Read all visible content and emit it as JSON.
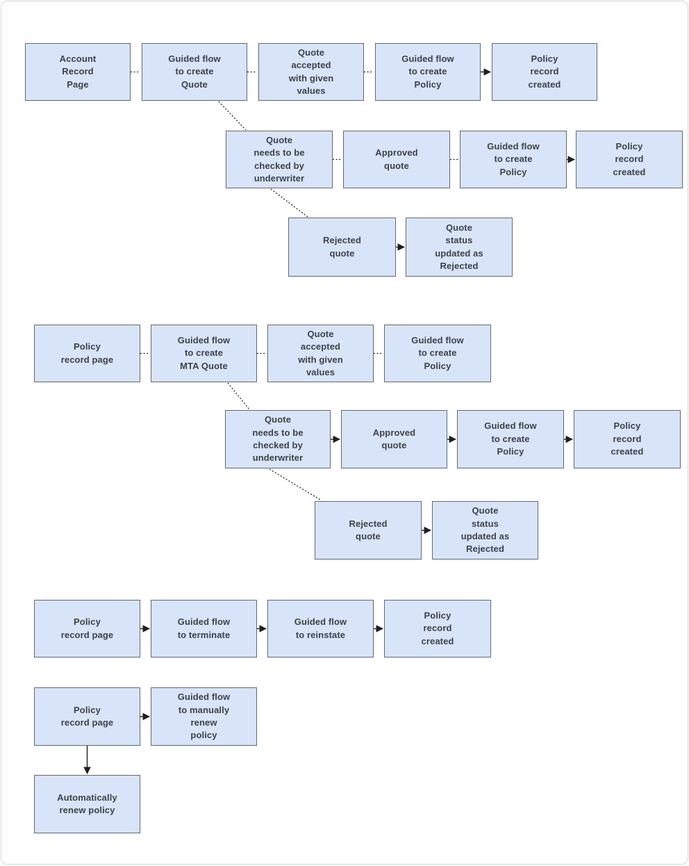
{
  "diagram": {
    "colors": {
      "node_fill": "#d8e4f8",
      "node_border": "#62686f",
      "edge_color": "#1f1f1f",
      "text_color": "#3d4249",
      "frame_border": "#d9d9d9",
      "canvas_bg": "#ffffff"
    },
    "nodes": [
      {
        "id": "a1",
        "label": "Account\nRecord\nPage"
      },
      {
        "id": "a2",
        "label": "Guided flow\nto create\nQuote"
      },
      {
        "id": "a3",
        "label": "Quote\naccepted\nwith given\nvalues"
      },
      {
        "id": "a4",
        "label": "Guided flow\nto create\nPolicy"
      },
      {
        "id": "a5",
        "label": "Policy\nrecord\ncreated"
      },
      {
        "id": "a6",
        "label": "Quote\nneeds to be\nchecked by\nunderwriter"
      },
      {
        "id": "a7",
        "label": "Approved\nquote"
      },
      {
        "id": "a8",
        "label": "Guided flow\nto create\nPolicy"
      },
      {
        "id": "a9",
        "label": "Policy\nrecord\ncreated"
      },
      {
        "id": "a10",
        "label": "Rejected\nquote"
      },
      {
        "id": "a11",
        "label": "Quote\nstatus\nupdated as\nRejected"
      },
      {
        "id": "b1",
        "label": "Policy\nrecord page"
      },
      {
        "id": "b2",
        "label": "Guided flow\nto create\nMTA Quote"
      },
      {
        "id": "b3",
        "label": "Quote\naccepted\nwith given\nvalues"
      },
      {
        "id": "b4",
        "label": "Guided flow\nto create\nPolicy"
      },
      {
        "id": "b5",
        "label": "Quote\nneeds to be\nchecked by\nunderwriter"
      },
      {
        "id": "b6",
        "label": "Approved\nquote"
      },
      {
        "id": "b7",
        "label": "Guided flow\nto create\nPolicy"
      },
      {
        "id": "b8",
        "label": "Policy\nrecord\ncreated"
      },
      {
        "id": "b9",
        "label": "Rejected\nquote"
      },
      {
        "id": "b10",
        "label": "Quote\nstatus\nupdated as\nRejected"
      },
      {
        "id": "c1",
        "label": "Policy\nrecord page"
      },
      {
        "id": "c2",
        "label": "Guided flow\nto terminate"
      },
      {
        "id": "c3",
        "label": "Guided flow\nto reinstate"
      },
      {
        "id": "c4",
        "label": "Policy\nrecord\ncreated"
      },
      {
        "id": "d1",
        "label": "Policy\nrecord page"
      },
      {
        "id": "d2",
        "label": "Guided flow\nto manually\nrenew\npolicy"
      },
      {
        "id": "d3",
        "label": "Automatically\nrenew policy"
      }
    ],
    "edges": [
      {
        "from": "a1",
        "to": "a2",
        "style": "dotted"
      },
      {
        "from": "a2",
        "to": "a3",
        "style": "dotted"
      },
      {
        "from": "a3",
        "to": "a4",
        "style": "dotted"
      },
      {
        "from": "a4",
        "to": "a5",
        "style": "solid"
      },
      {
        "from": "a2",
        "to": "a6",
        "style": "dotted"
      },
      {
        "from": "a6",
        "to": "a7",
        "style": "dotted"
      },
      {
        "from": "a7",
        "to": "a8",
        "style": "dotted"
      },
      {
        "from": "a8",
        "to": "a9",
        "style": "solid"
      },
      {
        "from": "a6",
        "to": "a10",
        "style": "dotted"
      },
      {
        "from": "a10",
        "to": "a11",
        "style": "solid"
      },
      {
        "from": "b1",
        "to": "b2",
        "style": "dotted"
      },
      {
        "from": "b2",
        "to": "b3",
        "style": "dotted"
      },
      {
        "from": "b3",
        "to": "b4",
        "style": "dotted"
      },
      {
        "from": "b2",
        "to": "b5",
        "style": "dotted"
      },
      {
        "from": "b5",
        "to": "b6",
        "style": "solid"
      },
      {
        "from": "b6",
        "to": "b7",
        "style": "solid"
      },
      {
        "from": "b7",
        "to": "b8",
        "style": "solid"
      },
      {
        "from": "b5",
        "to": "b9",
        "style": "dotted"
      },
      {
        "from": "b9",
        "to": "b10",
        "style": "solid"
      },
      {
        "from": "c1",
        "to": "c2",
        "style": "solid"
      },
      {
        "from": "c2",
        "to": "c3",
        "style": "solid"
      },
      {
        "from": "c3",
        "to": "c4",
        "style": "solid"
      },
      {
        "from": "d1",
        "to": "d2",
        "style": "solid"
      },
      {
        "from": "d1",
        "to": "d3",
        "style": "solid"
      }
    ]
  }
}
